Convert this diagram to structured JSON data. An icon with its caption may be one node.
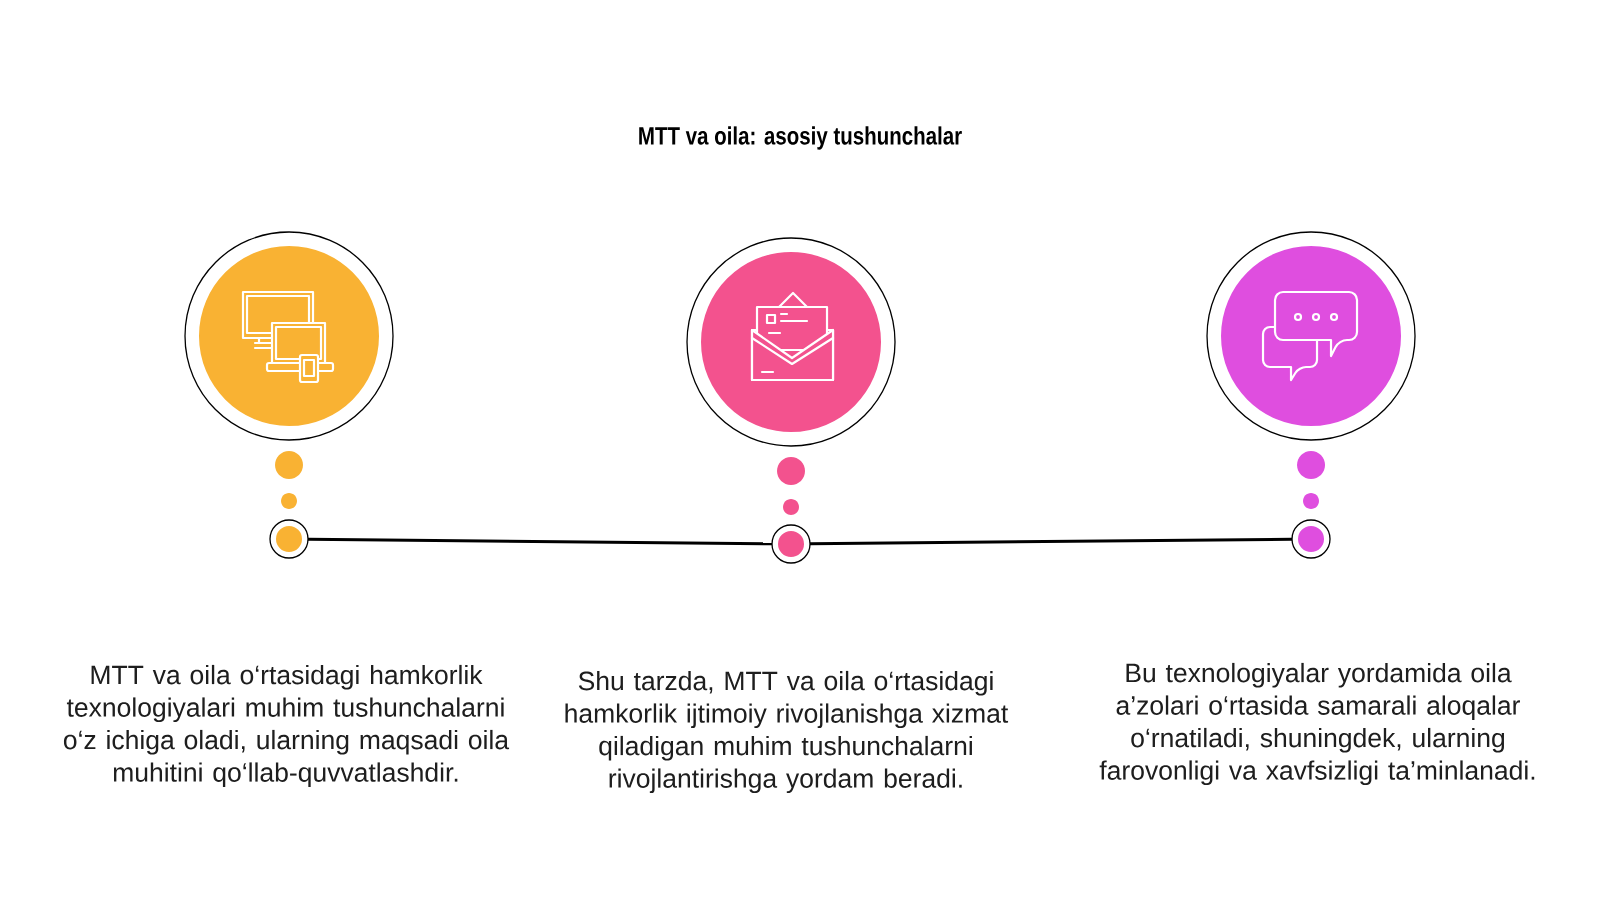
{
  "diagram": {
    "title": "MTT va oila: asosiy tushunchalar",
    "nodes": [
      {
        "text": [],
        "shape": "circle"
      },
      {
        "text": [],
        "shape": "circle"
      },
      {
        "text": [],
        "shape": "circle"
      },
      {
        "text": [],
        "shape": "circle"
      },
      {
        "text": [],
        "shape": "circle"
      },
      {
        "text": [],
        "shape": "circle"
      }
    ],
    "edges": [
      {
        "from": 3,
        "to": 4,
        "arrow": "none"
      },
      {
        "from": 4,
        "to": 5,
        "arrow": "none"
      }
    ],
    "labels": [
      "MTT va oila o‘rtasidagi hamkorlik texnologiyalari muhim tushunchalarni o‘z ichiga oladi, ularning maqsadi oila muhitini qo‘llab-quvvatlashdir.",
      "Shu tarzda, MTT va oila o‘rtasidagi hamkorlik ijtimoiy rivojlanishga xizmat qiladigan muhim tushunchalarni rivojlantirishga yordam beradi.",
      "Bu texnologiyalar yordamida oila a’zolari o‘rtasida samarali aloqalar o‘rnatiladi, shuningdek, ularning farovonligi va xavfsizligi ta’minlanadi."
    ]
  }
}
